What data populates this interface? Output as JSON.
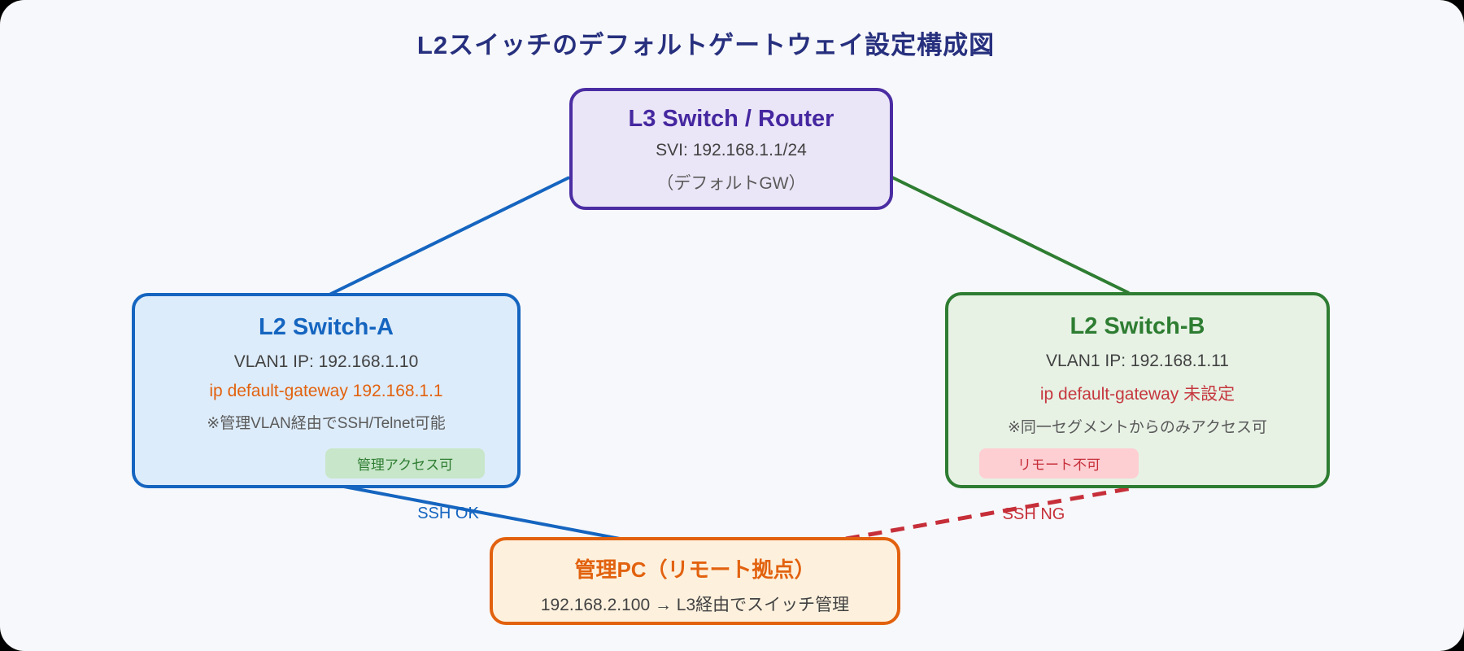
{
  "title": "L2スイッチのデフォルトゲートウェイ設定構成図",
  "nodes": {
    "l3": {
      "title": "L3 Switch / Router",
      "svi": "SVI: 192.168.1.1/24",
      "gw_note": "（デフォルトGW）"
    },
    "switch_a": {
      "title": "L2 Switch-A",
      "ip": "VLAN1 IP: 192.168.1.10",
      "gateway": "ip default-gateway 192.168.1.1",
      "note": "※管理VLAN経由でSSH/Telnet可能",
      "badge": "管理アクセス可"
    },
    "switch_b": {
      "title": "L2 Switch-B",
      "ip": "VLAN1 IP: 192.168.1.11",
      "gateway": "ip default-gateway 未設定",
      "note": "※同一セグメントからのみアクセス可",
      "badge": "リモート不可"
    },
    "mgmt_pc": {
      "title": "管理PC（リモート拠点）",
      "line1": "192.168.2.100 → L3経由でスイッチ管理"
    }
  },
  "edges": {
    "ssh_ok": "SSH OK",
    "ssh_ng": "SSH NG"
  },
  "colors": {
    "canvas_bg": "#f7f8fb",
    "title_text": "#27307e",
    "l3_border": "#4b2da3",
    "l3_fill": "#ebe6f7",
    "switch_a_border": "#1565c0",
    "switch_a_fill": "#ddecfa",
    "switch_b_border": "#2e7d32",
    "switch_b_fill": "#e7f2e5",
    "pc_border": "#e2610e",
    "pc_fill": "#fdf1de",
    "gateway_set_text": "#e2620f",
    "gateway_unset_text": "#c6383f",
    "badge_ok_bg": "#c8e6c9",
    "badge_ok_text": "#2e7d32",
    "badge_ng_bg": "#fdcfd3",
    "badge_ng_text": "#c62f39",
    "link_ok": "#1565c0",
    "link_green": "#2e7d32",
    "link_ng": "#c62f39"
  }
}
